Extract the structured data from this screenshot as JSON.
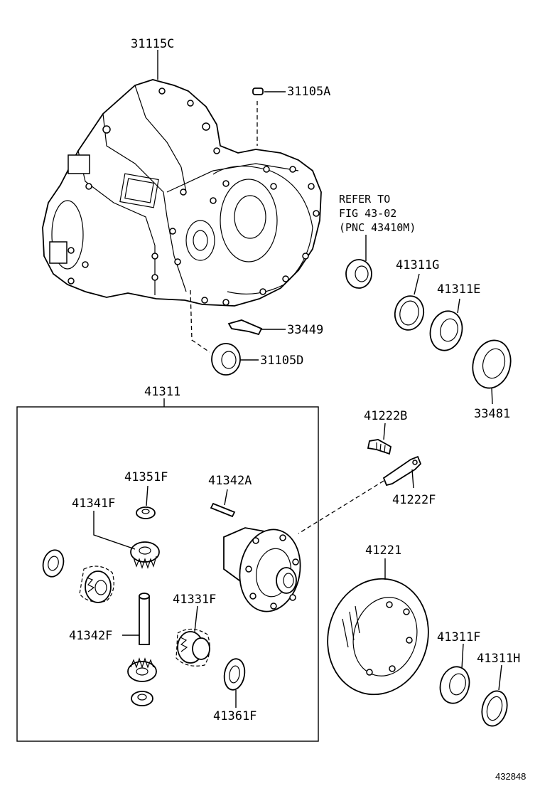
{
  "labels": {
    "p31115C": "31115C",
    "p31105A": "31105A",
    "p33449": "33449",
    "p31105D": "31105D",
    "p41311G": "41311G",
    "p41311E": "41311E",
    "p33481": "33481",
    "p41311": "41311",
    "p41222B": "41222B",
    "p41222F": "41222F",
    "p41351F": "41351F",
    "p41342A": "41342A",
    "p41341F": "41341F",
    "p41221": "41221",
    "p41331F": "41331F",
    "p41342F": "41342F",
    "p41311F": "41311F",
    "p41311H": "41311H",
    "p41361F": "41361F"
  },
  "refer_note": {
    "line1": "REFER TO",
    "line2": "FIG 43-02",
    "line3": "(PNC 43410M)"
  },
  "figure_id": "432848"
}
